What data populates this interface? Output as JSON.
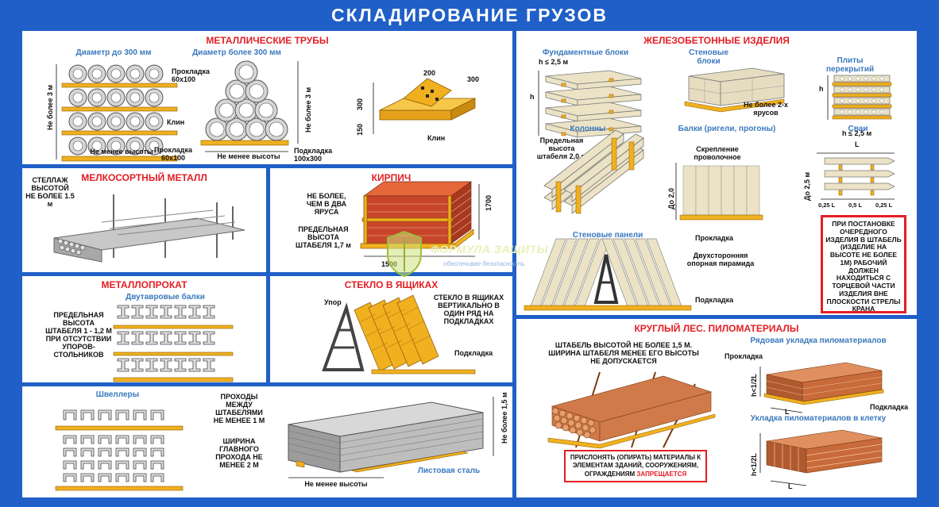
{
  "title": "СКЛАДИРОВАНИЕ ГРУЗОВ",
  "pipes": {
    "heading": "МЕТАЛЛИЧЕСКИЕ ТРУБЫ",
    "small_diam": "Диаметр до 300 мм",
    "large_diam": "Диаметр более 300 мм",
    "height_limit": "Не более 3 м",
    "gasket": "Прокладка 60х100",
    "wedge": "Клин",
    "min_height": "Не менее высоты",
    "gasket2": "Прокладка 60х100",
    "min_height2": "Не менее высоты",
    "height_limit2": "Не более 3 м",
    "support": "Подкладка 100х300",
    "wedge_200": "200",
    "wedge_300": "300",
    "wedge_300v": "300",
    "wedge_150": "150",
    "wedge_label": "Клин"
  },
  "small_metal": {
    "heading": "МЕЛКОСОРТНЫЙ МЕТАЛЛ",
    "note": "СТЕЛЛАЖ ВЫСОТОЙ НЕ БОЛЕЕ 1.5 м"
  },
  "brick": {
    "heading": "КИРПИЧ",
    "note1": "НЕ БОЛЕЕ, ЧЕМ В ДВА ЯРУСА",
    "note2": "ПРЕДЕЛЬНАЯ ВЫСОТА ШТАБЕЛЯ 1,7 м",
    "dim_h": "1700",
    "dim_w": "1500"
  },
  "rolled": {
    "heading": "МЕТАЛЛОПРОКАТ",
    "ibeams": "Двутавровые балки",
    "ibeam_note": "ПРЕДЕЛЬНАЯ ВЫСОТА ШТАБЕЛЯ 1 - 1,2 М ПРИ ОТСУТСТВИИ УПОРОВ-СТОЛЬНИКОВ",
    "channels": "Швеллеры",
    "passage_note": "ПРОХОДЫ МЕЖДУ ШТАБЕЛЯМИ НЕ МЕНЕЕ 1 М",
    "main_passage": "ШИРИНА ГЛАВНОГО ПРОХОДА НЕ МЕНЕЕ 2 М",
    "sheet_steel": "Листовая сталь",
    "sheet_height": "Не более 1,5 м",
    "sheet_min": "Не менее высоты"
  },
  "glass": {
    "heading": "СТЕКЛО В ЯЩИКАХ",
    "stop": "Упор",
    "note": "СТЕКЛО В ЯЩИКАХ ВЕРТИКАЛЬНО В ОДИН РЯД НА ПОДКЛАДКАХ",
    "support": "Подкладка"
  },
  "concrete": {
    "heading": "ЖЕЛЕЗОБЕТОННЫЕ ИЗДЕЛИЯ",
    "foundation": "Фундаментные блоки",
    "foundation_h": "h ≤ 2,5 м",
    "h": "h",
    "wall_blocks": "Стеновые блоки",
    "wall_blocks_note": "Не более 2-х ярусов",
    "slabs": "Плиты перекрытий",
    "slabs_h": "h ≤ 2,5 м",
    "slabs_hv": "h",
    "columns": "Колонны",
    "columns_note": "Предельная высота штабеля 2,0 м",
    "beams": "Балки (ригели, прогоны)",
    "beams_note": "Скрепление проволочное",
    "beams_h": "До 2,0",
    "piles": "Сваи",
    "piles_L": "L",
    "piles_h": "До 2,5 м",
    "piles_025a": "0,25 L",
    "piles_05": "0,5 L",
    "piles_025b": "0,25 L",
    "panels": "Стеновые панели",
    "panels_gasket": "Прокладка",
    "pyramid": "Двухсторонняя опорная пирамида",
    "panels_support": "Подкладка",
    "rule": "ПРИ ПОСТАНОВКЕ ОЧЕРЕДНОГО ИЗДЕЛИЯ В ШТАБЕЛЬ (ИЗДЕЛИЕ НА ВЫСОТЕ НЕ БОЛЕЕ 1М) РАБОЧИЙ ДОЛЖЕН НАХОДИТЬСЯ С ТОРЦЕВОЙ ЧАСТИ ИЗДЕЛИЯ ВНЕ ПЛОСКОСТИ СТРЕЛЫ КРАНА"
  },
  "timber": {
    "heading": "КРУГЛЫЙ ЛЕС. ПИЛОМАТЕРИАЛЫ",
    "note": "ШТАБЕЛЬ ВЫСОТОЙ НЕ БОЛЕЕ 1,5 М. ШИРИНА ШТАБЕЛЯ МЕНЕЕ ЕГО ВЫСОТЫ НЕ ДОПУСКАЕТСЯ",
    "row_stack": "Рядовая укладка пиломатериалов",
    "gasket": "Прокладка",
    "support": "Подкладка",
    "h1": "h<1/2L",
    "L1": "L",
    "cage": "Укладка пиломатериалов в клетку",
    "h2": "h<1/2L",
    "L2": "L",
    "warn1": "ПРИСЛОНЯТЬ (ОПИРАТЬ) МАТЕРИАЛЫ К ЭЛЕМЕНТАМ ЗДАНИЙ, СООРУЖЕНИЯМ, ОГРАЖДЕНИЯМ",
    "warn2": "ЗАПРЕЩАЕТСЯ"
  },
  "logo": {
    "name": "ФОРМУЛА ЗАЩИТЫ",
    "slogan": "обеспечивая безопасность"
  },
  "colors": {
    "frame": "#1f5fc7",
    "heading": "#e31e24",
    "sub": "#3a79bd",
    "wood": "#f0b020"
  }
}
